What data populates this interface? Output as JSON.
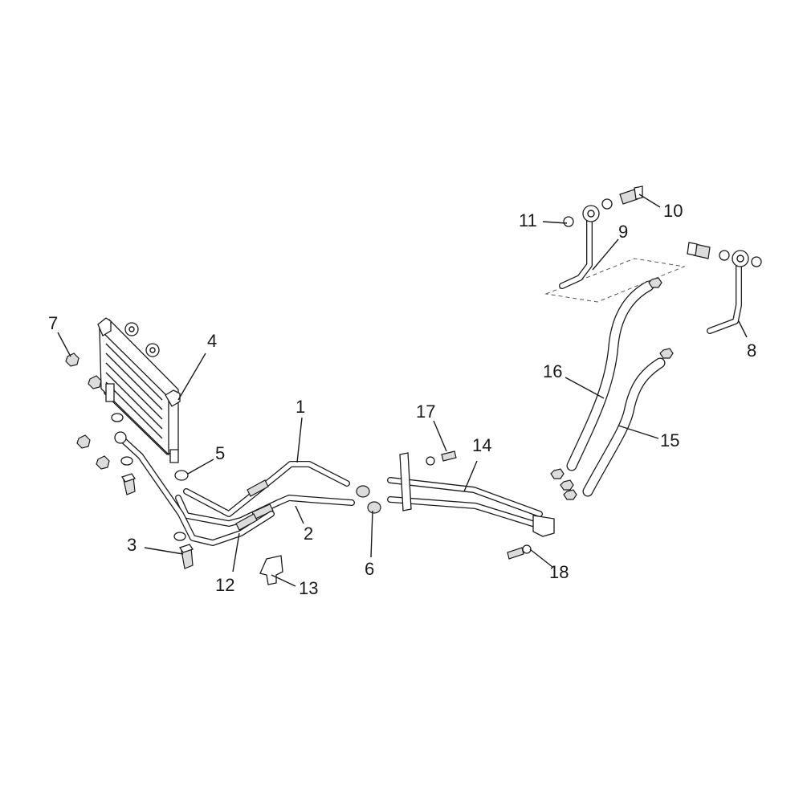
{
  "callouts": [
    {
      "id": "label-1",
      "text": "1"
    },
    {
      "id": "label-2",
      "text": "2"
    },
    {
      "id": "label-3",
      "text": "3"
    },
    {
      "id": "label-4",
      "text": "4"
    },
    {
      "id": "label-5",
      "text": "5"
    },
    {
      "id": "label-6",
      "text": "6"
    },
    {
      "id": "label-7",
      "text": "7"
    },
    {
      "id": "label-8",
      "text": "8"
    },
    {
      "id": "label-9",
      "text": "9"
    },
    {
      "id": "label-10",
      "text": "10"
    },
    {
      "id": "label-11",
      "text": "11"
    },
    {
      "id": "label-12",
      "text": "12"
    },
    {
      "id": "label-13",
      "text": "13"
    },
    {
      "id": "label-14",
      "text": "14"
    },
    {
      "id": "label-15",
      "text": "15"
    },
    {
      "id": "label-16",
      "text": "16"
    },
    {
      "id": "label-17",
      "text": "17"
    },
    {
      "id": "label-18",
      "text": "18"
    }
  ]
}
